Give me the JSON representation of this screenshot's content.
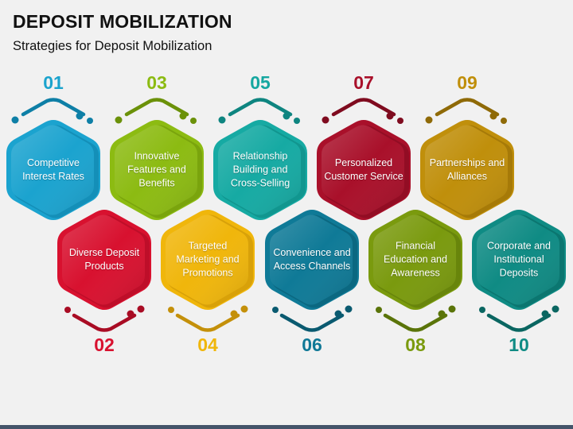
{
  "header": {
    "title": "DEPOSIT MOBILIZATION",
    "subtitle": "Strategies for Deposit Mobilization"
  },
  "items": [
    {
      "number": "01",
      "label": "Competitive Interest Rates",
      "row": "top",
      "color": "#1ba3cf",
      "dark": "#0e7fa6",
      "num_color": "#1aa3cd"
    },
    {
      "number": "02",
      "label": "Diverse Deposit Products",
      "row": "bottom",
      "color": "#d8112f",
      "dark": "#a90c24",
      "num_color": "#d8112f"
    },
    {
      "number": "03",
      "label": "Innovative Features and Benefits",
      "row": "top",
      "color": "#8cbb12",
      "dark": "#6b9109",
      "num_color": "#8cbb12"
    },
    {
      "number": "04",
      "label": "Targeted Marketing and Promotions",
      "row": "bottom",
      "color": "#f0b60b",
      "dark": "#c4900a",
      "num_color": "#f0b60b"
    },
    {
      "number": "05",
      "label": "Relationship Building and Cross-Selling",
      "row": "top",
      "color": "#16aaa3",
      "dark": "#0e8580",
      "num_color": "#15a7a0"
    },
    {
      "number": "06",
      "label": "Convenience and Access Channels",
      "row": "bottom",
      "color": "#0f7a97",
      "dark": "#0a5a70",
      "num_color": "#0f7896"
    },
    {
      "number": "07",
      "label": "Personalized Customer Service",
      "row": "top",
      "color": "#a9102a",
      "dark": "#7f0b1f",
      "num_color": "#a9102a"
    },
    {
      "number": "08",
      "label": "Financial Education and Awareness",
      "row": "bottom",
      "color": "#7a9a0e",
      "dark": "#5a7409",
      "num_color": "#7a9a0e"
    },
    {
      "number": "09",
      "label": "Partnerships and Alliances",
      "row": "top",
      "color": "#c08f0b",
      "dark": "#8f6a07",
      "num_color": "#c08f0b"
    },
    {
      "number": "10",
      "label": "Corporate and Institutional Deposits",
      "row": "bottom",
      "color": "#0f8b84",
      "dark": "#0a6661",
      "num_color": "#0f8b84"
    }
  ],
  "footer": {
    "bar_color": "#44546a"
  }
}
